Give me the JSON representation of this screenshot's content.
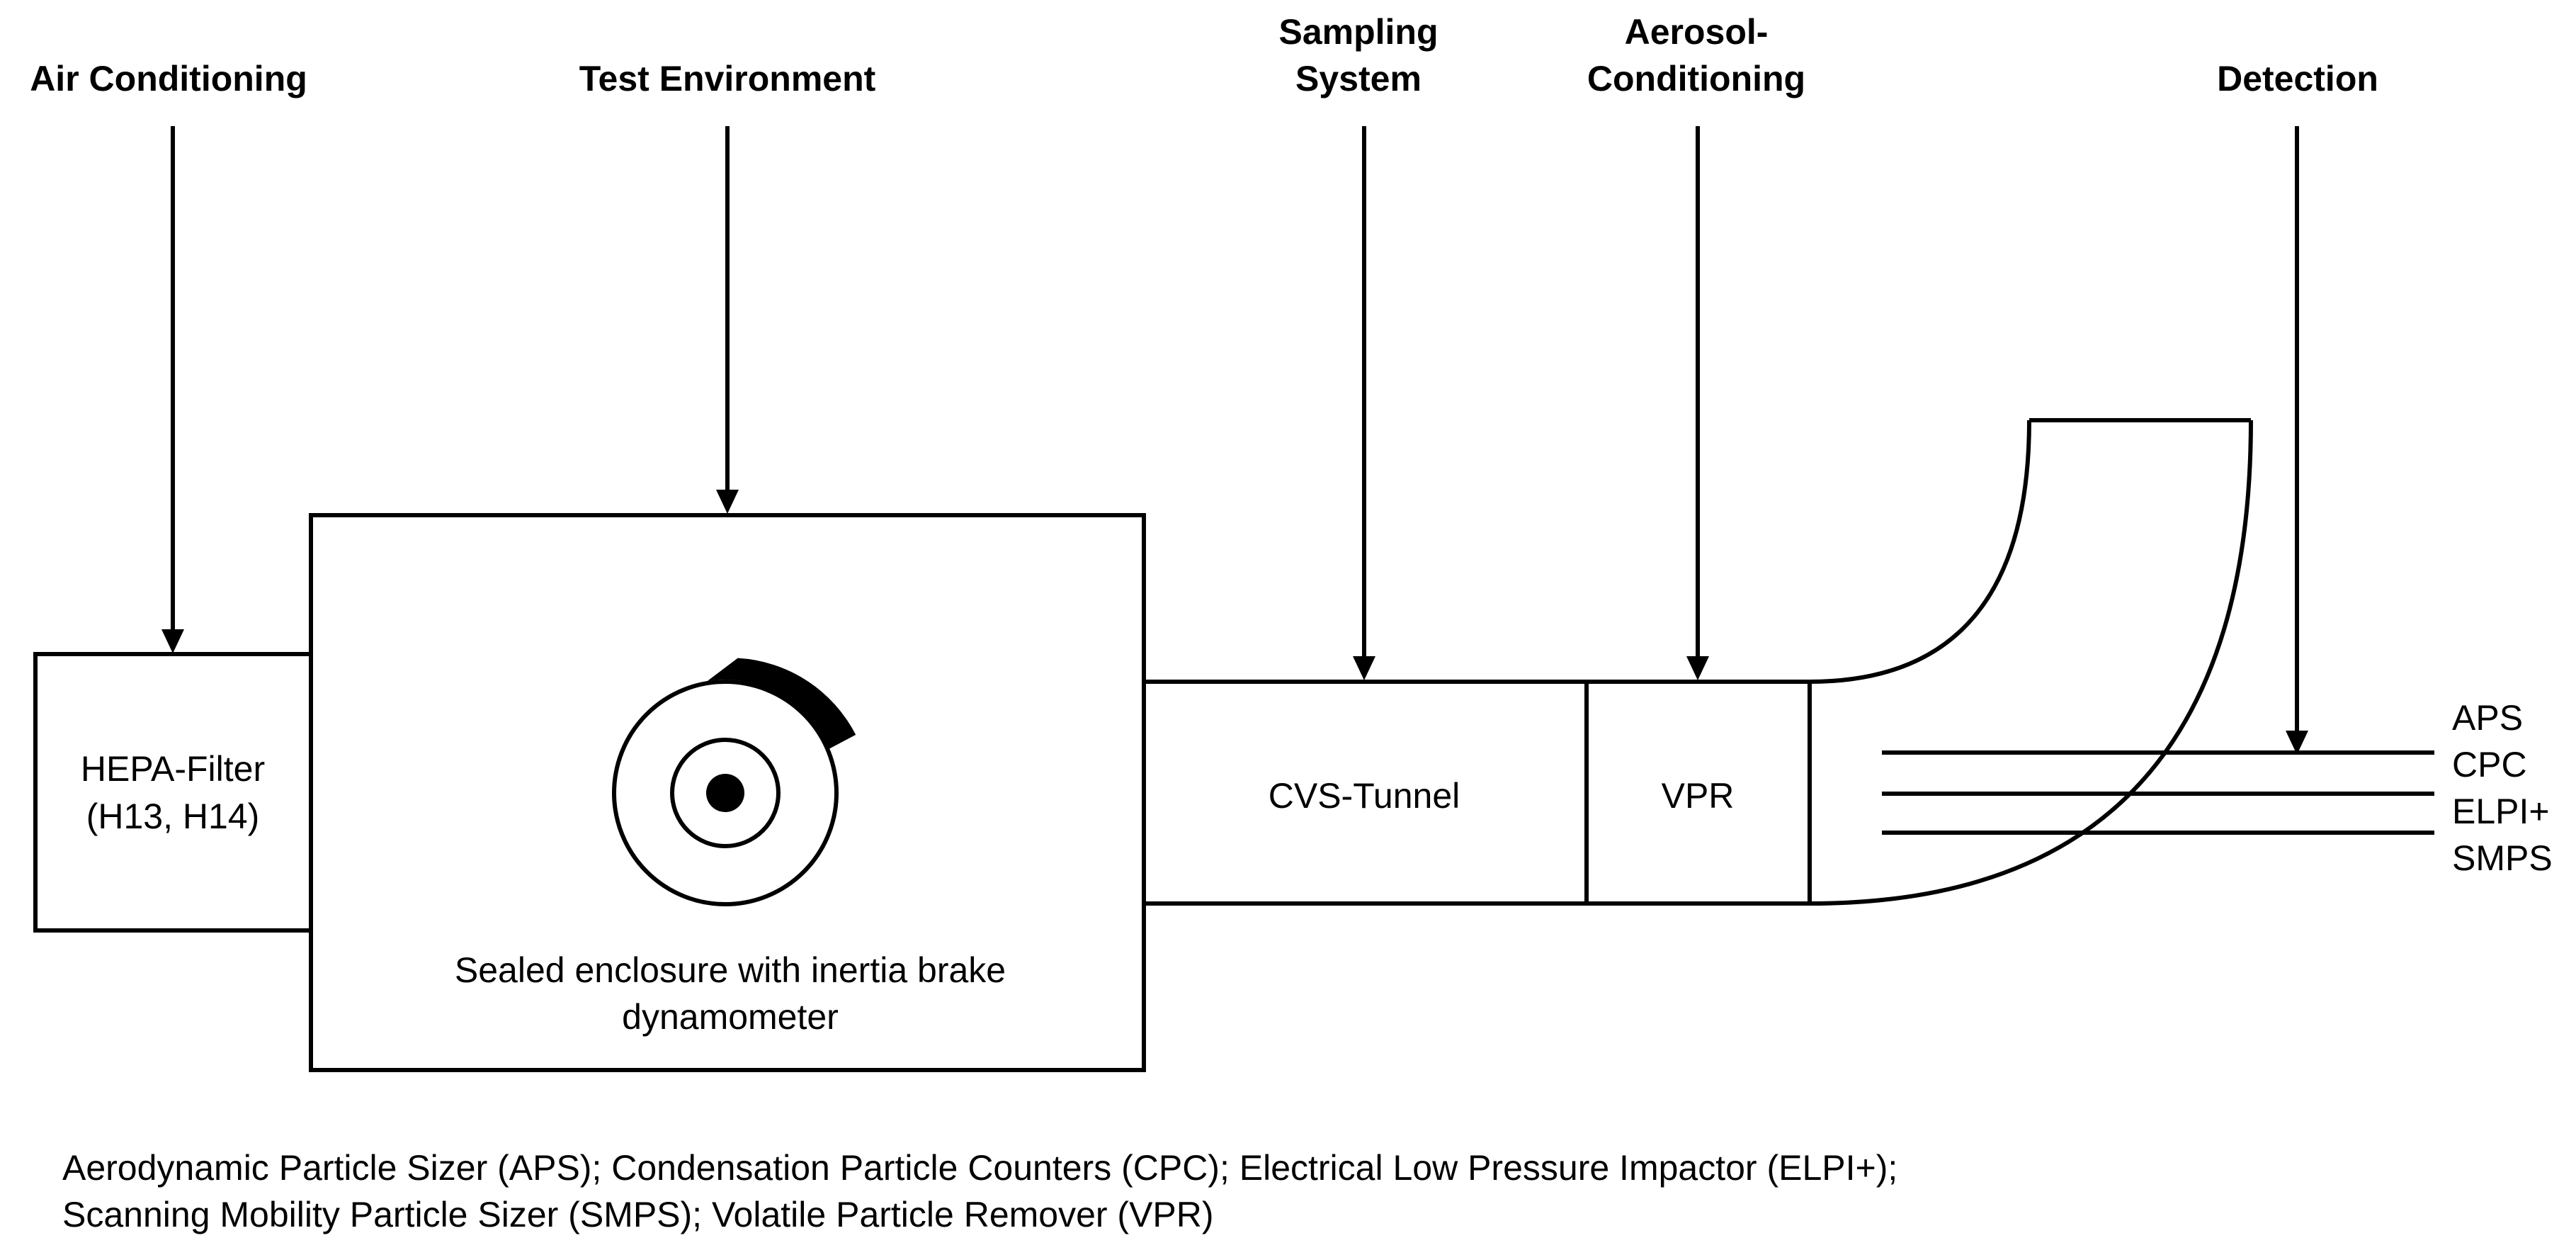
{
  "stages": {
    "air_conditioning": "Air Conditioning",
    "test_environment": "Test Environment",
    "sampling_system_line1": "Sampling",
    "sampling_system_line2": "System",
    "aerosol_conditioning_line1": "Aerosol-",
    "aerosol_conditioning_line2": "Conditioning",
    "detection": "Detection"
  },
  "components": {
    "hepa_line1": "HEPA-Filter",
    "hepa_line2": "(H13, H14)",
    "enclosure_line1": "Sealed enclosure with inertia brake",
    "enclosure_line2": "dynamometer",
    "cvs_tunnel": "CVS-Tunnel",
    "vpr": "VPR"
  },
  "instruments": [
    "APS",
    "CPC",
    "ELPI+",
    "SMPS"
  ],
  "footnote": {
    "line1": "Aerodynamic Particle Sizer (APS); Condensation Particle Counters (CPC); Electrical Low Pressure Impactor (ELPI+);",
    "line2": "Scanning Mobility Particle Sizer (SMPS); Volatile Particle Remover (VPR)"
  }
}
